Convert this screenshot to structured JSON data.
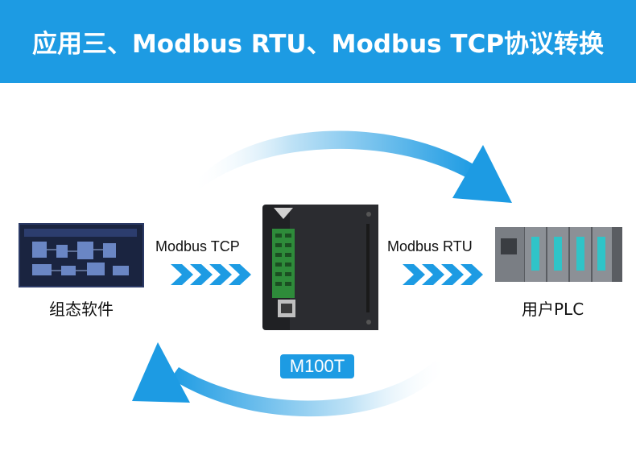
{
  "banner": {
    "title": "应用三、Modbus RTU、Modbus TCP协议转换"
  },
  "left_node": {
    "label": "组态软件",
    "icon": "scada-screen-icon"
  },
  "right_node": {
    "label": "用户PLC",
    "icon": "plc-rack-icon"
  },
  "center_node": {
    "badge": "M100T",
    "icon": "io-module-device-icon"
  },
  "links": {
    "left_protocol": "Modbus TCP",
    "right_protocol": "Modbus RTU"
  },
  "colors": {
    "accent": "#1d9be3",
    "arrow_light": "#d8eefa"
  }
}
